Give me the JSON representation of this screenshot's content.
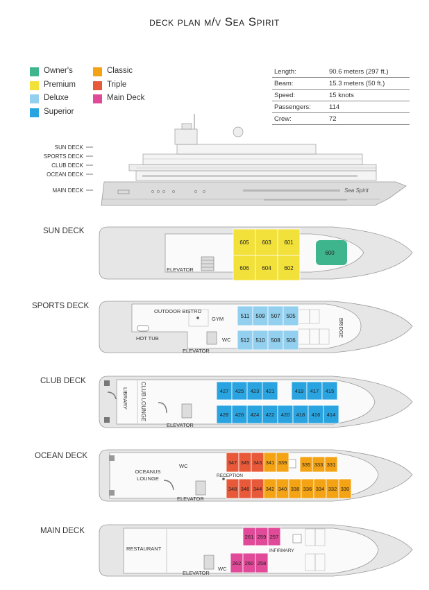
{
  "title": "deck plan m/v Sea Spirit",
  "legend": [
    {
      "label": "Owner's",
      "color": "#3fb58e"
    },
    {
      "label": "Premium",
      "color": "#f2e13a"
    },
    {
      "label": "Deluxe",
      "color": "#93cfee"
    },
    {
      "label": "Superior",
      "color": "#2aa4e0"
    },
    {
      "label": "Classic",
      "color": "#f4a315"
    },
    {
      "label": "Triple",
      "color": "#e8593a"
    },
    {
      "label": "Main Deck",
      "color": "#e04a98"
    }
  ],
  "specs": [
    {
      "label": "Length:",
      "value": "90.6 meters (297 ft.)"
    },
    {
      "label": "Beam:",
      "value": "15.3 meters (50 ft.)"
    },
    {
      "label": "Speed:",
      "value": "15 knots"
    },
    {
      "label": "Passengers:",
      "value": "114"
    },
    {
      "label": "Crew:",
      "value": "72"
    }
  ],
  "ship_profile": {
    "deck_labels": [
      "SUN DECK",
      "SPORTS DECK",
      "CLUB DECK",
      "OCEAN DECK",
      "MAIN DECK"
    ],
    "hull_name": "Sea Spirit"
  },
  "decks": {
    "sun": {
      "heading": "SUN DECK",
      "elevator": "ELEVATOR",
      "cabins_top": [
        "605",
        "603",
        "601"
      ],
      "cabins_bottom": [
        "606",
        "604",
        "602"
      ],
      "owners_cabin": "600"
    },
    "sports": {
      "heading": "SPORTS DECK",
      "outdoor_bistro": "OUTDOOR BISTRO",
      "hot_tub": "HOT TUB",
      "gym": "GYM",
      "wc": "WC",
      "bridge": "BRIDGE",
      "elevator": "ELEVATOR",
      "cabins_top": [
        "511",
        "509",
        "507",
        "505"
      ],
      "cabins_bottom": [
        "512",
        "510",
        "508",
        "506"
      ]
    },
    "club": {
      "heading": "CLUB DECK",
      "library": "LIBRARY",
      "club_lounge": "CLUB LOUNGE",
      "elevator": "ELEVATOR",
      "cabins_top": [
        "427",
        "425",
        "423",
        "421",
        "419",
        "417",
        "415"
      ],
      "cabins_bottom": [
        "428",
        "426",
        "424",
        "422",
        "420",
        "418",
        "416",
        "414"
      ]
    },
    "ocean": {
      "heading": "OCEAN DECK",
      "lounge": "OCEANUS LOUNGE",
      "wc": "WC",
      "reception": "RECEPTION",
      "elevator": "ELEVATOR",
      "triple_top": [
        "347",
        "345",
        "343"
      ],
      "classic_top": [
        "341",
        "339",
        "335",
        "333",
        "331"
      ],
      "triple_bottom": [
        "348",
        "346",
        "344"
      ],
      "classic_bottom": [
        "342",
        "340",
        "338",
        "336",
        "334",
        "332",
        "330"
      ]
    },
    "main": {
      "heading": "MAIN DECK",
      "restaurant": "RESTAURANT",
      "infirmary": "INFIRMARY",
      "elevator": "ELEVATOR",
      "wc": "WC",
      "cabins_top": [
        "261",
        "259",
        "257"
      ],
      "cabins_bottom": [
        "262",
        "260",
        "258"
      ]
    }
  }
}
